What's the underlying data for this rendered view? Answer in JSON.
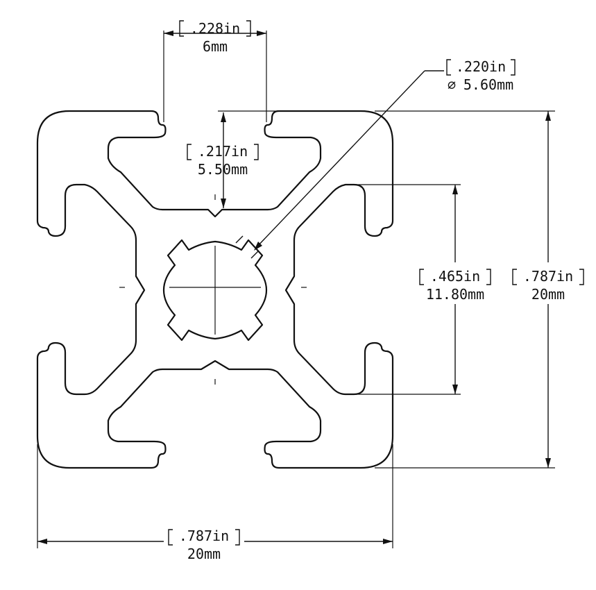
{
  "dimensions": {
    "slot_opening": {
      "imperial": ".228in",
      "metric": "6mm"
    },
    "center_bore": {
      "imperial": ".220in",
      "metric": "5.60mm",
      "diameter_symbol": "∅"
    },
    "slot_depth": {
      "imperial": ".217in",
      "metric": "5.50mm"
    },
    "inner_width": {
      "imperial": ".465in",
      "metric": "11.80mm"
    },
    "overall_height": {
      "imperial": ".787in",
      "metric": "20mm"
    },
    "overall_width": {
      "imperial": ".787in",
      "metric": "20mm"
    }
  }
}
